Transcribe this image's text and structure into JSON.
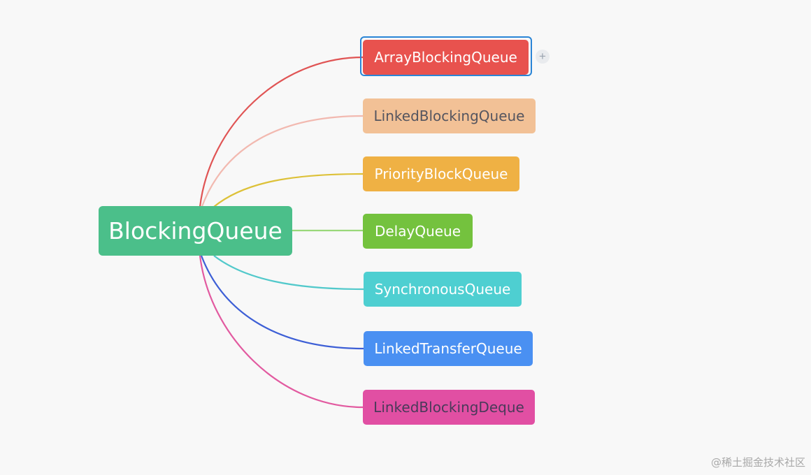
{
  "mindmap": {
    "root": {
      "label": "BlockingQueue",
      "color": "#4bbf8a"
    },
    "children": [
      {
        "label": "ArrayBlockingQueue",
        "color": "#e8524e",
        "text_color": "#ffffff",
        "line_color": "#e05454",
        "selected": true
      },
      {
        "label": "LinkedBlockingQueue",
        "color": "#f2c196",
        "text_color": "#55555f",
        "line_color": "#f2b9b0"
      },
      {
        "label": "PriorityBlockQueue",
        "color": "#efb144",
        "text_color": "#ffffff",
        "line_color": "#ddc138"
      },
      {
        "label": "DelayQueue",
        "color": "#74c23e",
        "text_color": "#ffffff",
        "line_color": "#9ad87a"
      },
      {
        "label": "SynchronousQueue",
        "color": "#4ecfd1",
        "text_color": "#ffffff",
        "line_color": "#52c9cb"
      },
      {
        "label": "LinkedTransferQueue",
        "color": "#4a90f2",
        "text_color": "#ffffff",
        "line_color": "#3d5fd6"
      },
      {
        "label": "LinkedBlockingDeque",
        "color": "#e14fa3",
        "text_color": "#4a3a5a",
        "line_color": "#e25aa0"
      }
    ],
    "add_button": {
      "icon": "plus-icon",
      "symbol": "+"
    },
    "selection_color": "#2a85d6"
  },
  "watermark": {
    "text": "@稀土掘金技术社区"
  }
}
